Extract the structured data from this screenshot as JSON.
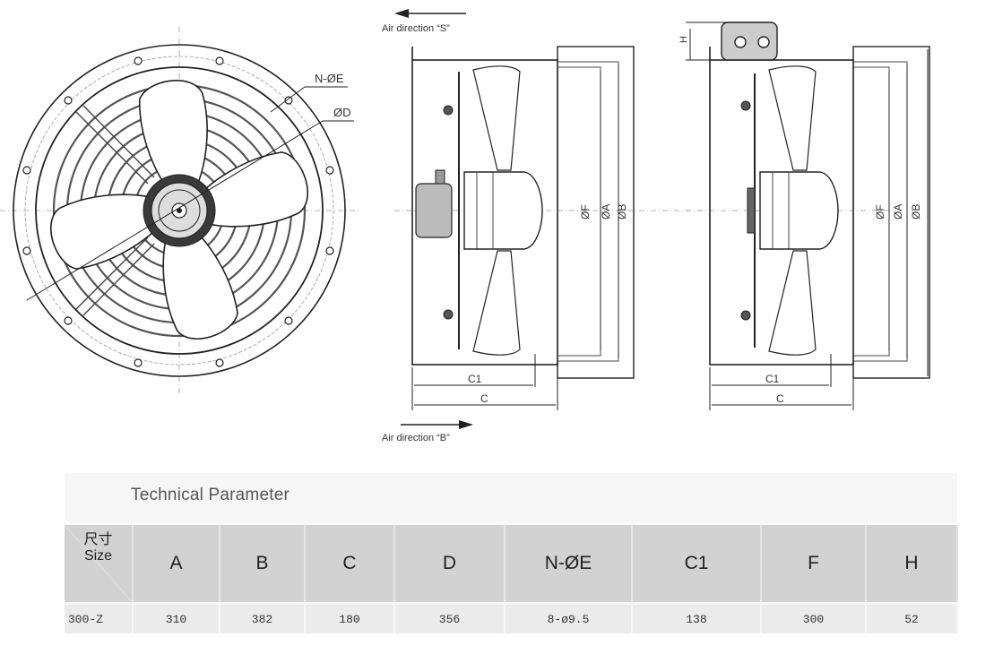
{
  "drawing": {
    "front_view": {
      "labels": {
        "holes": "N-ØE",
        "diameter_d": "ØD"
      }
    },
    "side_view_left": {
      "air_direction_top": "Air direction “S”",
      "air_direction_bottom": "Air direction “B”",
      "dim_labels": {
        "f": "ØF",
        "a": "ØA",
        "b": "ØB",
        "c1": "C1",
        "c": "C"
      }
    },
    "side_view_right": {
      "dim_labels": {
        "h": "H",
        "f": "ØF",
        "a": "ØA",
        "b": "ØB",
        "c1": "C1",
        "c": "C"
      }
    }
  },
  "table": {
    "title": "Technical Parameter",
    "size_header_cn": "尺寸",
    "size_header_en": "Size",
    "columns": [
      "A",
      "B",
      "C",
      "D",
      "N-ØE",
      "C1",
      "F",
      "H"
    ],
    "rows": [
      {
        "size": "300-Z",
        "values": [
          "310",
          "382",
          "180",
          "356",
          "8-ø9.5",
          "138",
          "300",
          "52"
        ]
      }
    ]
  }
}
